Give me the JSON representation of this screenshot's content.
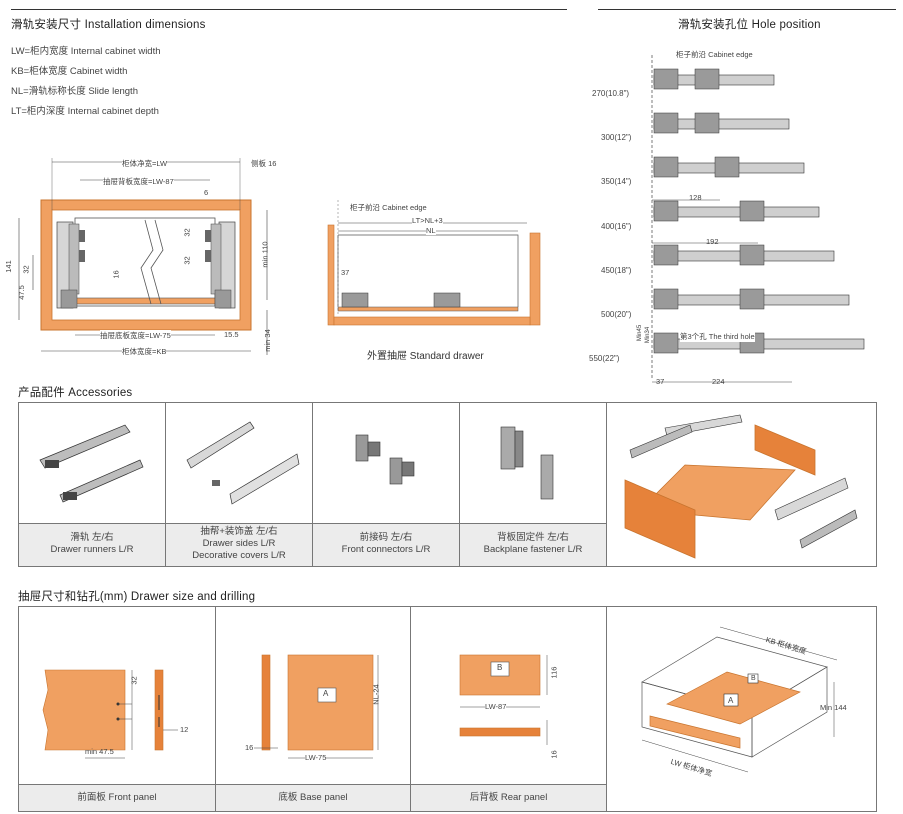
{
  "install": {
    "title": "滑轨安装尺寸 Installation dimensions",
    "legend": [
      "LW=柜内宽度  Internal cabinet width",
      "KB=柜体宽度  Cabinet width",
      "NL=滑轨标称长度  Slide length",
      "LT=柜内深度  Internal cabinet depth"
    ],
    "diagram_labels": {
      "lw": "柜体净宽=LW",
      "back": "抽屉背板宽度=LW-87",
      "side": "侧板 16",
      "bottom": "抽屉底板宽度=LW-75",
      "kb": "柜体宽度=KB",
      "min110": "min 110",
      "min34": "min 34",
      "d141": "141",
      "d32a": "32",
      "d47": "47.5",
      "d16": "16",
      "d32b": "32",
      "d32c": "32",
      "d15": "15.5",
      "d6": "6"
    },
    "side_view": {
      "edge": "柜子前沿  Cabinet edge",
      "lt": "LT>NL+3",
      "nl": "NL",
      "d37": "37",
      "caption": "外置抽屉 Standard drawer"
    }
  },
  "hole": {
    "title": "滑轨安装孔位 Hole position",
    "edge": "柜子前沿  Cabinet edge",
    "sizes": [
      "270(10.8\")",
      "300(12\")",
      "350(14\")",
      "400(16\")",
      "450(18\")",
      "500(20\")",
      "550(22\")"
    ],
    "d128": "128",
    "d192": "192",
    "d224": "224",
    "d37": "37",
    "third": "第3个孔  The third hole",
    "min45": "Min45",
    "min34": "Min34"
  },
  "accessories": {
    "title": "产品配件 Accessories",
    "items": [
      {
        "cn": "滑轨  左/右",
        "en": "Drawer runners  L/R"
      },
      {
        "cn": "抽帮+装饰盖  左/右",
        "en": "Drawer sides  L/R",
        "en2": "Decorative covers  L/R"
      },
      {
        "cn": "前接码  左/右",
        "en": "Front connectors  L/R"
      },
      {
        "cn": "背板固定件  左/右",
        "en": "Backplane fastener  L/R"
      }
    ]
  },
  "drawer": {
    "title": "抽屉尺寸和钻孔(mm)  Drawer size and drilling",
    "panels": [
      {
        "caption": "前面板   Front panel"
      },
      {
        "caption": "底板  Base panel"
      },
      {
        "caption": "后背板  Rear panel"
      }
    ],
    "front": {
      "d32": "32",
      "d12": "12",
      "min": "min 47.5"
    },
    "base": {
      "letter": "A",
      "nl": "NL-24",
      "d16": "16",
      "lw": "LW-75"
    },
    "rear": {
      "letter": "B",
      "d116": "116",
      "lw": "LW-87",
      "d16": "16"
    },
    "iso": {
      "kb": "KB 柜体宽度",
      "lw": "LW 柜体净宽",
      "min": "Min 144",
      "a": "A",
      "b": "B"
    }
  },
  "colors": {
    "orange": "#f0a061",
    "orange_dark": "#e6823a",
    "grey": "#9a9a9a"
  }
}
